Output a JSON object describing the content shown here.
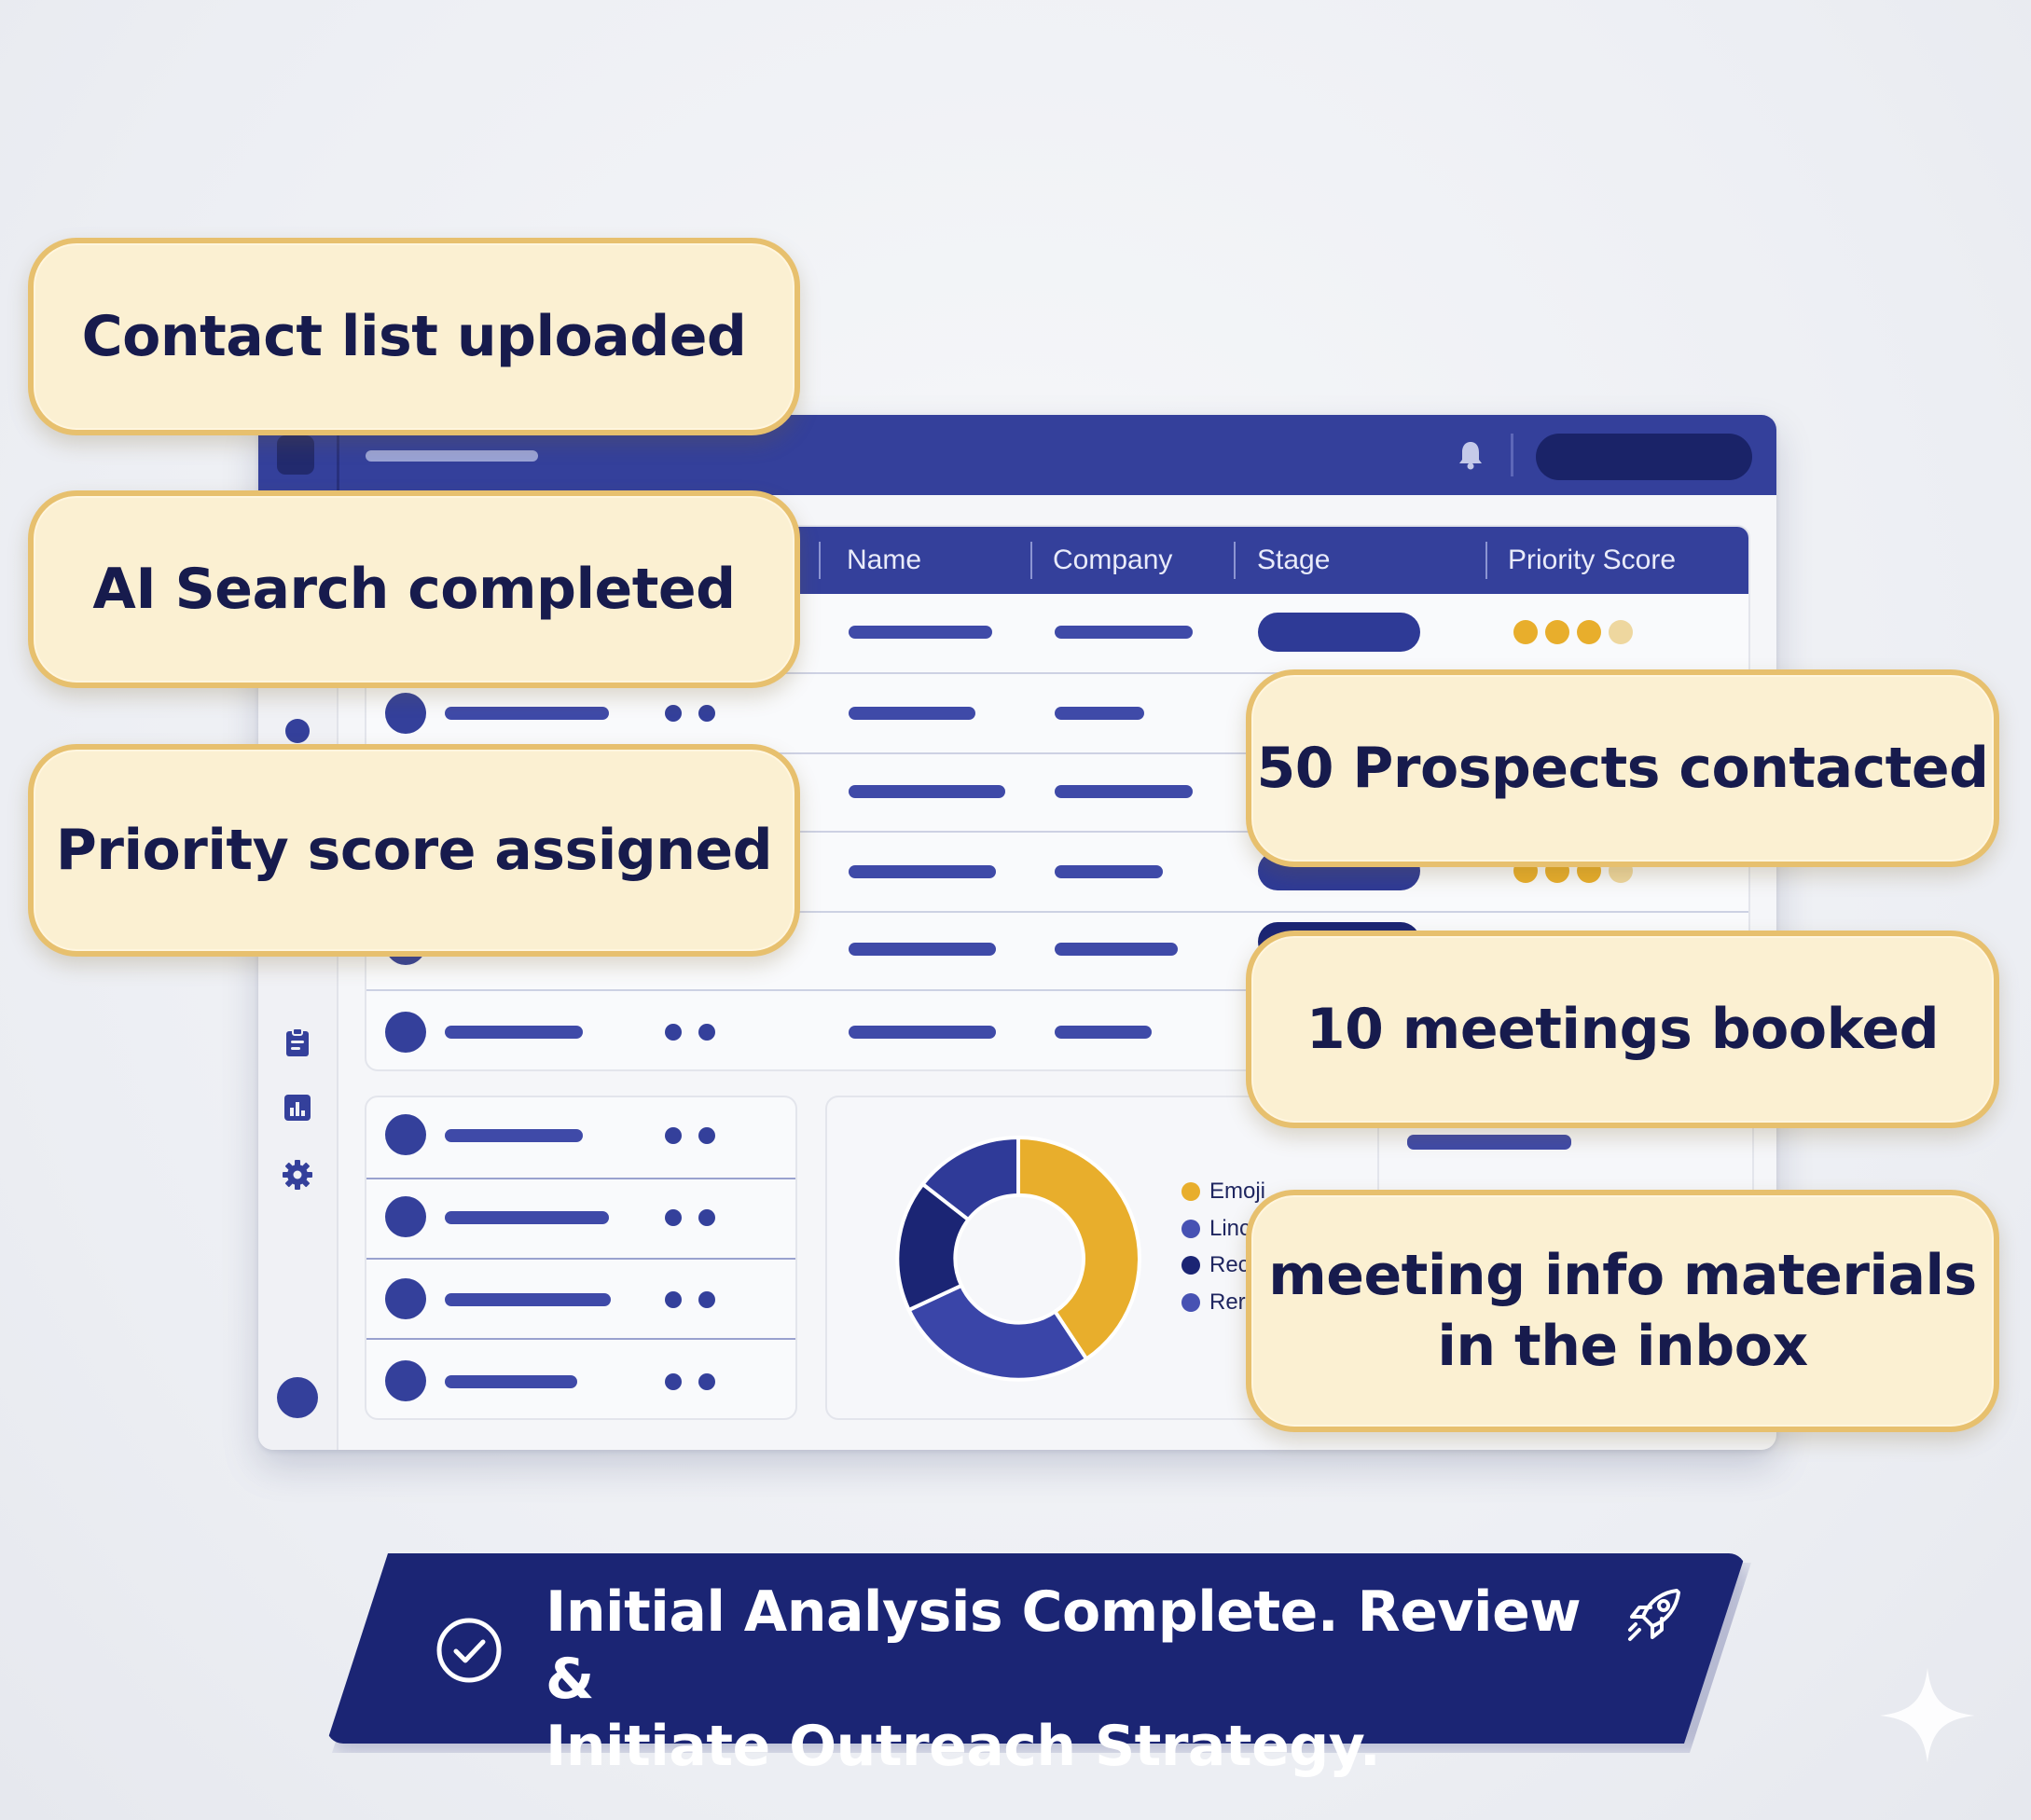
{
  "table": {
    "headers": [
      "Name",
      "Company",
      "Stage",
      "Priority Score"
    ]
  },
  "chart_legend": [
    "Emoji",
    "Linc",
    "Rec",
    "Rer"
  ],
  "callouts": {
    "contact_list": "Contact list uploaded",
    "ai_search": "AI Search completed",
    "priority_score": "Priority score assigned",
    "prospects": "50 Prospects contacted",
    "meetings": "10 meetings booked",
    "meeting_info_line1": "meeting info materials",
    "meeting_info_line2": "in the inbox"
  },
  "banner": {
    "line1": "Initial Analysis Complete. Review &",
    "line2": "Initiate Outreach Strategy."
  },
  "colors": {
    "primary": "#34409b",
    "navy": "#1b2574",
    "gold": "#e8ae2c",
    "callout_bg": "#fbf0d2",
    "callout_border": "#e7c06e"
  }
}
